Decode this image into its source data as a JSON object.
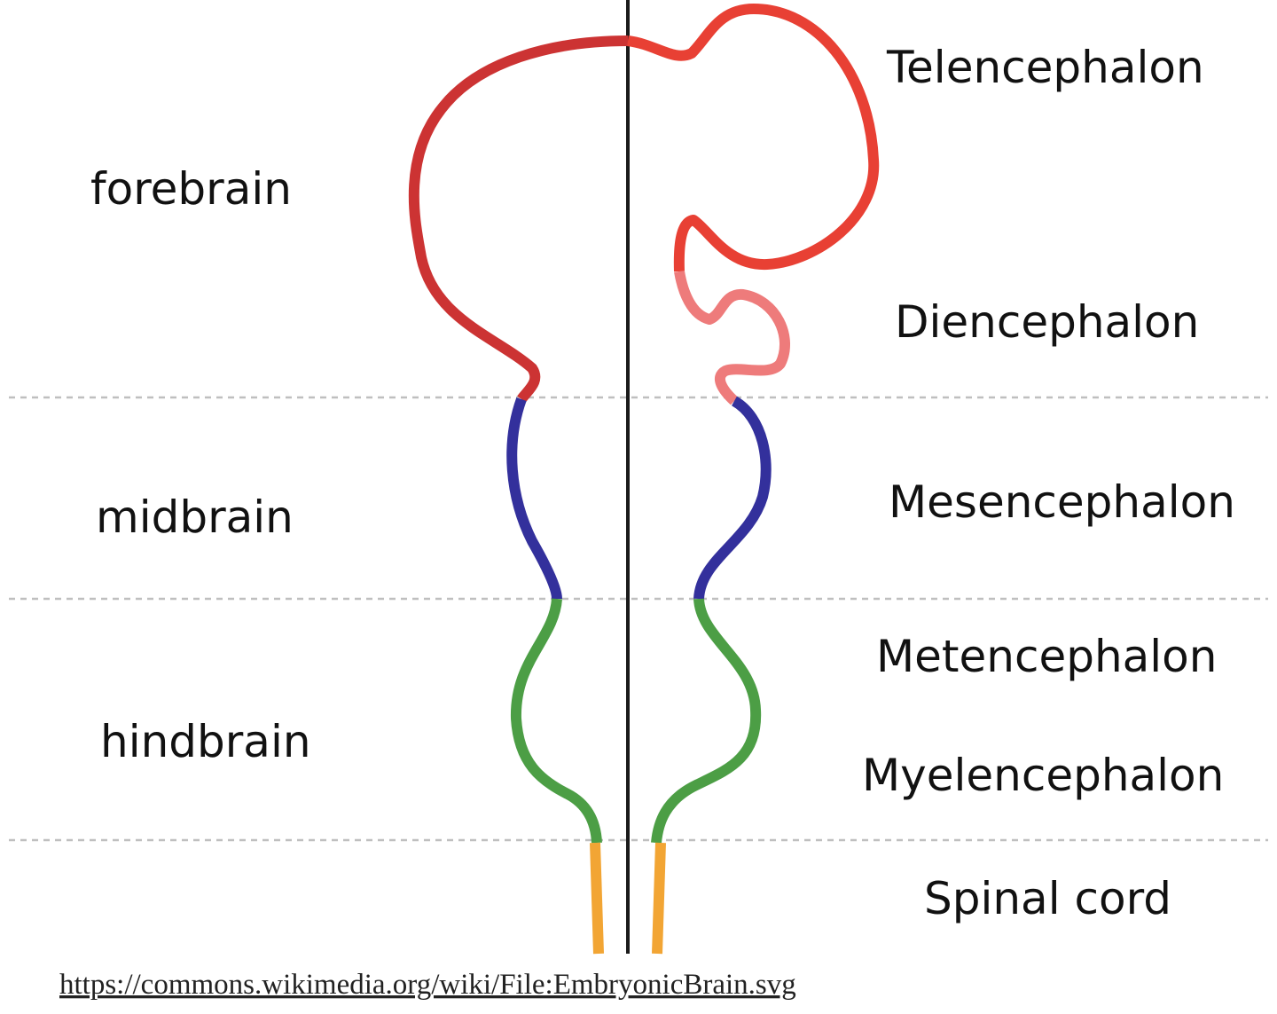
{
  "regions": {
    "forebrain": "forebrain",
    "midbrain": "midbrain",
    "hindbrain": "hindbrain"
  },
  "parts": {
    "telencephalon": "Telencephalon",
    "diencephalon": "Diencephalon",
    "mesencephalon": "Mesencephalon",
    "metencephalon": "Metencephalon",
    "myelencephalon": "Myelencephalon",
    "spinal_cord": "Spinal cord"
  },
  "source_url": "https://commons.wikimedia.org/wiki/File:EmbryonicBrain.svg",
  "colors": {
    "forebrain_left": "#cc3333",
    "telencephalon": "#e84034",
    "diencephalon": "#ee7b7b",
    "midbrain": "#33309c",
    "hindbrain": "#4c9e45",
    "spinal_cord": "#f2a534",
    "divider": "#bfbfbf",
    "midline": "#1a1a1a"
  }
}
